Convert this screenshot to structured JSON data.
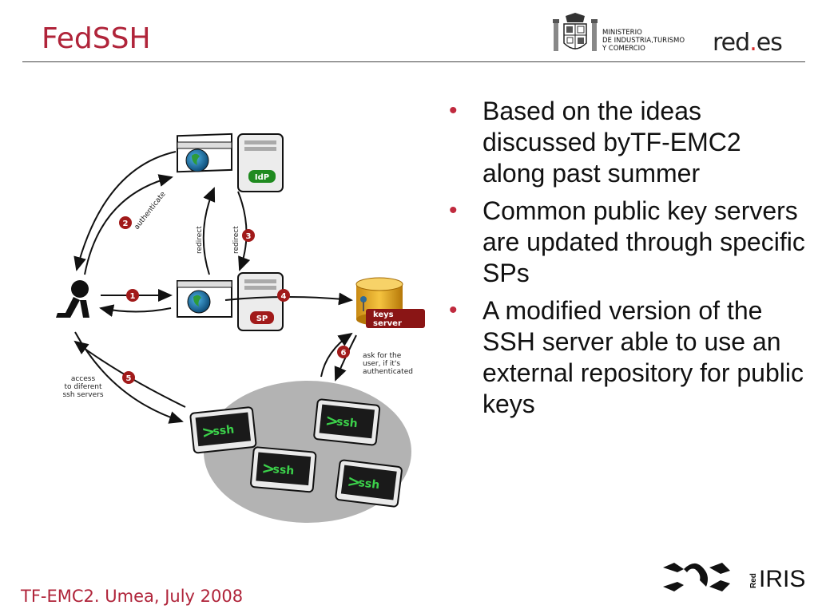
{
  "header": {
    "title": "FedSSH",
    "ministry_lines": [
      "MINISTERIO",
      "DE INDUSTRIA,TURISMO",
      "Y COMERCIO"
    ],
    "brand_left": "red",
    "brand_dot": ".",
    "brand_right": "es"
  },
  "bullets": [
    "Based on the ideas discussed byTF-EMC2 along past summer",
    "Common public key servers are updated through specific SPs",
    "A modified version of the SSH server able to use an external repository for public keys"
  ],
  "diagram": {
    "idp_label": "IdP",
    "sp_label": "SP",
    "keys_label_1": "keys",
    "keys_label_2": "server",
    "step1": "1",
    "step2": "2",
    "step3": "3",
    "step4": "4",
    "step5": "5",
    "step6": "6",
    "authenticate": "authenticate",
    "redirect_left": "redirect",
    "redirect_right": "redirect",
    "ask_line1": "ask for the",
    "ask_line2": "user, if it's",
    "ask_line3": "authenticated",
    "access_line1": "access",
    "access_line2": "to diferent",
    "access_line3": "ssh servers",
    "ssh_label": "ssh",
    "ssh_prompt": ">"
  },
  "footer": {
    "text": "TF-EMC2. Umea, July 2008"
  },
  "logo_rediris": {
    "red": "Red",
    "iris": "IRIS"
  },
  "colors": {
    "accent": "#b0243a",
    "badge": "#a11a1a",
    "ssh_green": "#3bd14a",
    "idp_green": "#1f8a1f",
    "keys_red": "#8a1515"
  }
}
